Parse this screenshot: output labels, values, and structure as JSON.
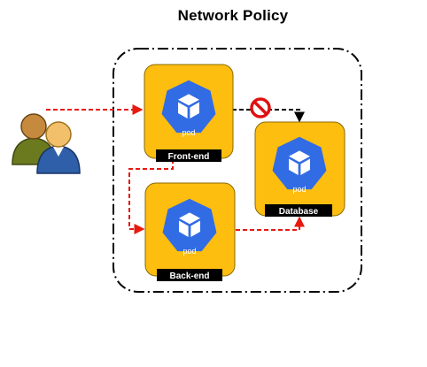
{
  "title": "Network Policy",
  "nodes": {
    "frontend": {
      "label": "Front-end",
      "icon_text": "pod"
    },
    "backend": {
      "label": "Back-end",
      "icon_text": "pod"
    },
    "database": {
      "label": "Database",
      "icon_text": "pod"
    }
  },
  "icons": {
    "users": "users-icon",
    "blocked": "no-entry-icon",
    "pod": "kubernetes-pod-icon"
  },
  "colors": {
    "box_fill": "#FDBE10",
    "box_stroke": "#8A6A00",
    "pod_blue": "#326CE5",
    "allowed_edge": "#E8190F",
    "denied_edge": "#000000",
    "label_bg": "#000000",
    "label_text": "#FFFFFF",
    "blocked_red": "#E01010"
  },
  "edges": [
    {
      "from": "users",
      "to": "frontend",
      "status": "allowed"
    },
    {
      "from": "frontend",
      "to": "backend",
      "status": "allowed"
    },
    {
      "from": "backend",
      "to": "database",
      "status": "allowed"
    },
    {
      "from": "frontend",
      "to": "database",
      "status": "blocked"
    }
  ]
}
